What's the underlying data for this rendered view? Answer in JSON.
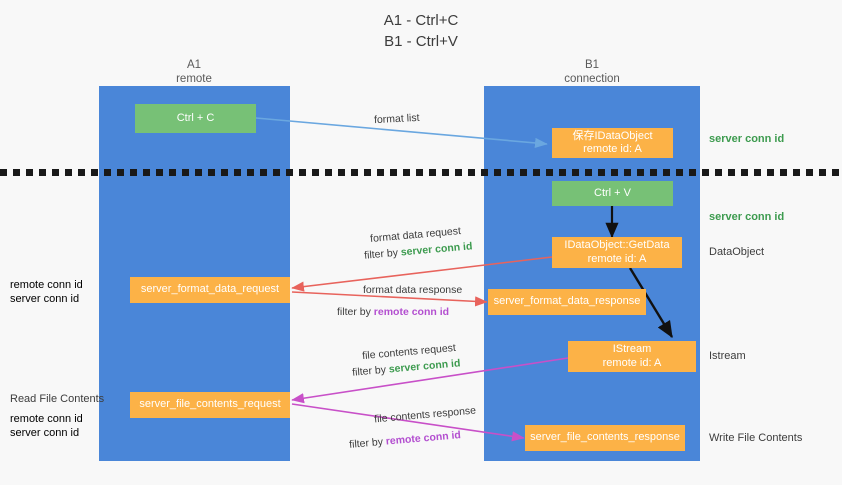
{
  "title": {
    "line1": "A1 - Ctrl+C",
    "line2": "B1 - Ctrl+V"
  },
  "columns": [
    {
      "id": "a1",
      "title": "A1",
      "subtitle": "remote"
    },
    {
      "id": "b1",
      "title": "B1",
      "subtitle": "connection"
    }
  ],
  "nodes": {
    "ctrl_c": {
      "label": "Ctrl + C"
    },
    "ctrl_v": {
      "label": "Ctrl + V"
    },
    "idataobject_store": {
      "line1": "保存IDataObject",
      "line2": "remote id: A"
    },
    "idataobject_getdata": {
      "line1": "IDataObject::GetData",
      "line2": "remote id: A"
    },
    "istream": {
      "line1": "IStream",
      "line2": "remote id: A"
    },
    "server_format_data_request": {
      "label": "server_format_data_request"
    },
    "server_format_data_response": {
      "label": "server_format_data_response"
    },
    "server_file_contents_request": {
      "label": "server_file_contents_request"
    },
    "server_file_contents_response": {
      "label": "server_file_contents_response"
    }
  },
  "edge_labels": {
    "format_list": "format list",
    "format_data_request": "format data request",
    "format_data_request_filter_prefix": "filter by ",
    "format_data_request_filter_value": "server conn id",
    "format_data_response": "format data response",
    "format_data_response_filter_prefix": "filter by ",
    "format_data_response_filter_value": "remote conn id",
    "file_contents_request": "file contents request",
    "file_contents_request_filter_prefix": "filter by ",
    "file_contents_request_filter_value": "server conn id",
    "file_contents_response": "file contents response",
    "file_contents_response_filter_prefix": "filter by ",
    "file_contents_response_filter_value": "remote conn id"
  },
  "annotations": {
    "server_conn_id_top": "server conn id",
    "server_conn_id_second": "server conn id",
    "dataobject": "DataObject",
    "istream": "Istream",
    "write_file_contents": "Write File Contents",
    "read_file_contents": "Read File Contents",
    "left_ids_upper": {
      "remote": "remote conn id",
      "server": "server conn id"
    },
    "left_ids_lower": {
      "remote": "remote conn id",
      "server": "server conn id"
    }
  },
  "colors": {
    "lane": "#4a86d8",
    "green_node": "#77c176",
    "orange_node": "#fcb247",
    "edge_blue": "#6aa7e0",
    "edge_red": "#e8635c",
    "edge_magenta": "#c850c8",
    "edge_black": "#111111",
    "text_green": "#3d9b4f",
    "text_purple": "#b34fd0",
    "background": "#f8f8f8"
  }
}
